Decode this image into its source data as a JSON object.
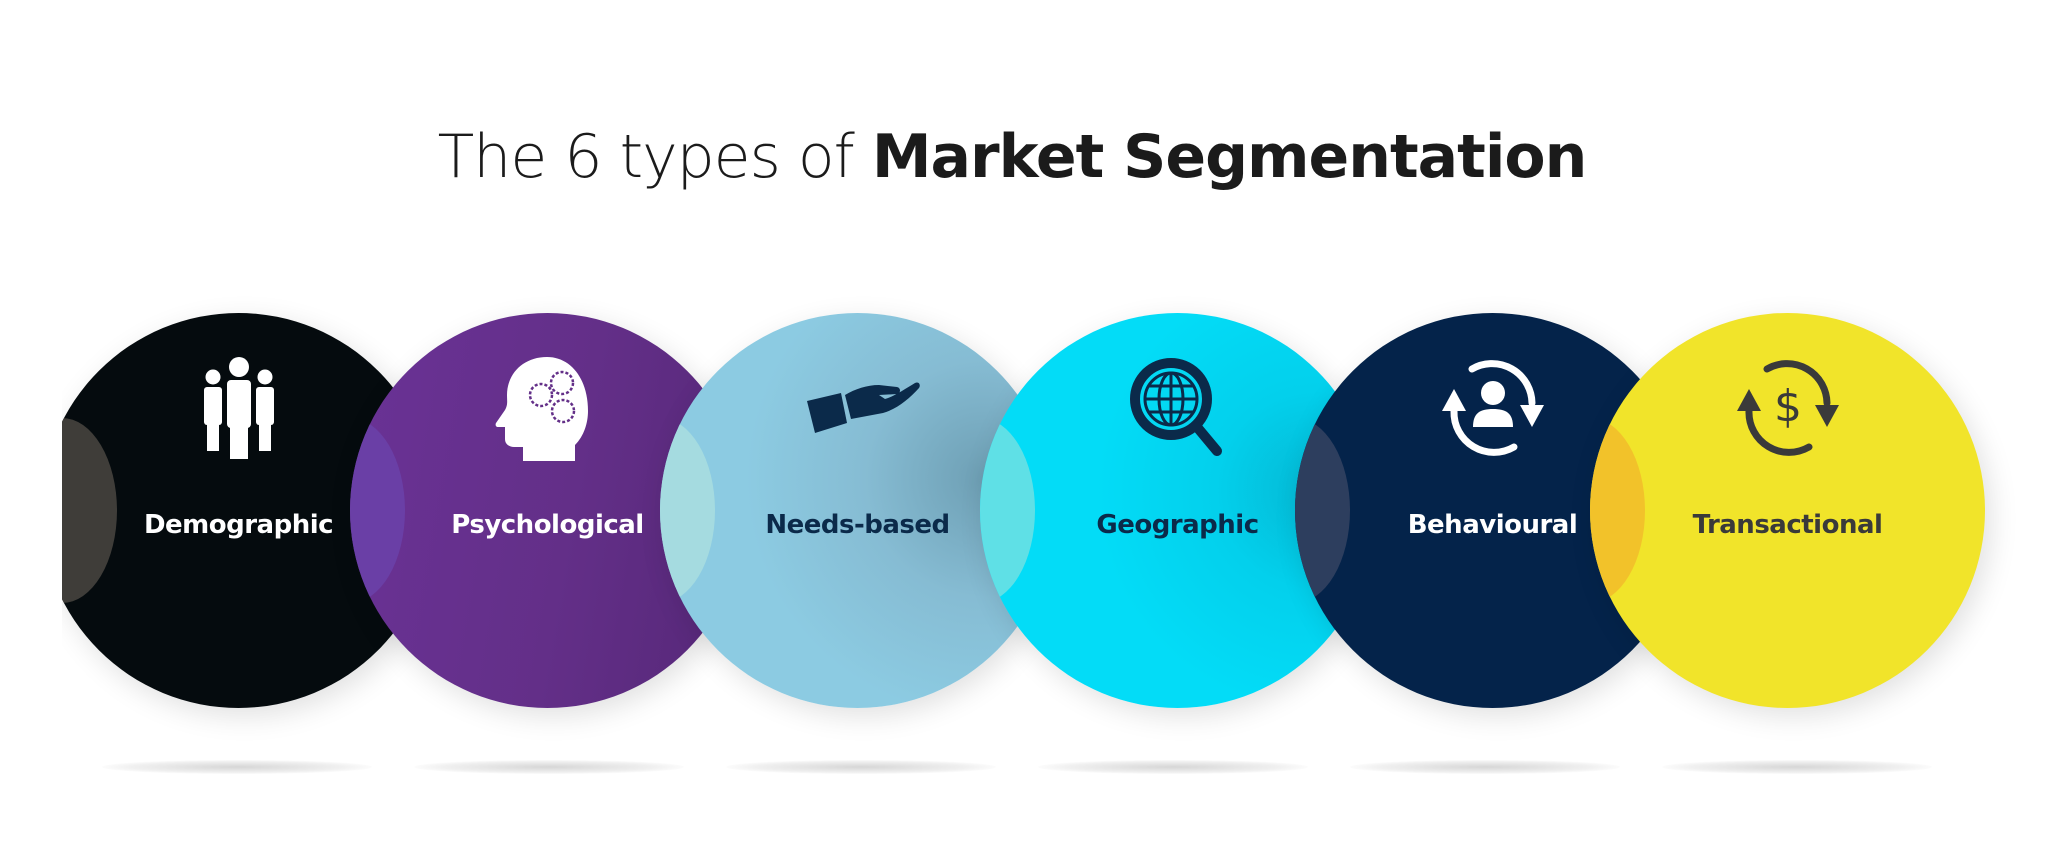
{
  "title": {
    "prefix": "The 6 types of",
    "emphasis": "Market Segmentation"
  },
  "segments": [
    {
      "label": "Demographic",
      "icon": "people-group-icon",
      "color": "#050b0e",
      "lens_color": "#3f3d39",
      "text_color": "#ffffff",
      "icon_color": "#ffffff"
    },
    {
      "label": "Psychological",
      "icon": "head-gears-icon",
      "color": "#632f88",
      "lens_color": "#6a3fa6",
      "text_color": "#ffffff",
      "icon_color": "#ffffff"
    },
    {
      "label": "Needs-based",
      "icon": "open-hand-icon",
      "color": "#8ccbe2",
      "lens_color": "#a5dbe0",
      "text_color": "#0b2a4a",
      "icon_color": "#0b2a4a"
    },
    {
      "label": "Geographic",
      "icon": "globe-search-icon",
      "color": "#03dcf7",
      "lens_color": "#5fe0e6",
      "text_color": "#0b2a4a",
      "icon_color": "#0b2a4a"
    },
    {
      "label": "Behavioural",
      "icon": "user-cycle-icon",
      "color": "#04234a",
      "lens_color": "#2d3e5e",
      "text_color": "#ffffff",
      "icon_color": "#ffffff"
    },
    {
      "label": "Transactional",
      "icon": "dollar-cycle-icon",
      "color": "#f1e42a",
      "lens_color": "#f2c22a",
      "text_color": "#3a3a3a",
      "icon_color": "#3a3a3a"
    }
  ]
}
